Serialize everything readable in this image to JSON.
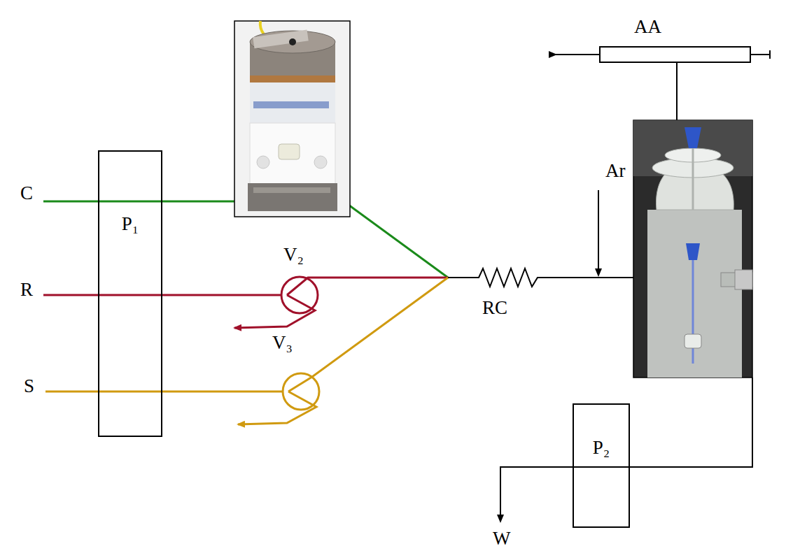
{
  "diagram": {
    "nodes": [
      {
        "text": [
          "P₁"
        ]
      },
      {
        "text": [
          "P₂"
        ]
      }
    ],
    "labels": [
      "AA",
      "C",
      "R",
      "S",
      "V₂",
      "V₃",
      "Ar",
      "RC",
      "W"
    ]
  }
}
